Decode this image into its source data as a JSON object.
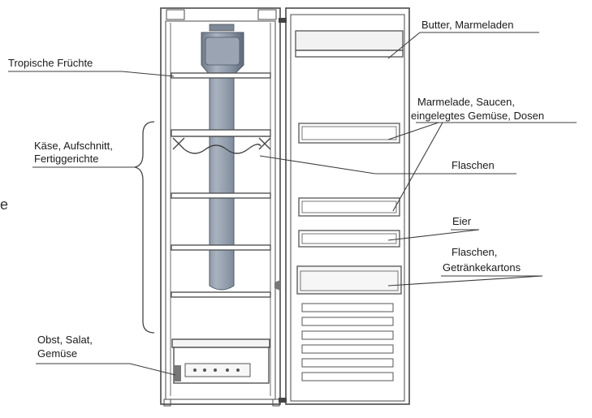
{
  "labels": {
    "tropische": "Tropische Früchte",
    "kaese_1": "Käse, Aufschnitt,",
    "kaese_2": "Fertiggerichte",
    "obst_1": "Obst, Salat,",
    "obst_2": "Gemüse",
    "butter": "Butter, Marmeladen",
    "marmelade_1": "Marmelade, Saucen,",
    "marmelade_2": "eingelegtes Gemüse, Dosen",
    "flaschen": "Flaschen",
    "eier": "Eier",
    "flaschen2_1": "Flaschen,",
    "flaschen2_2": "Getränkekartons"
  },
  "edge_fragment": "e",
  "colors": {
    "line": "#4a4a4a",
    "tube": "#8a96a6",
    "tube_dark": "#6f7a8a",
    "shelf": "#5a5a5a"
  }
}
